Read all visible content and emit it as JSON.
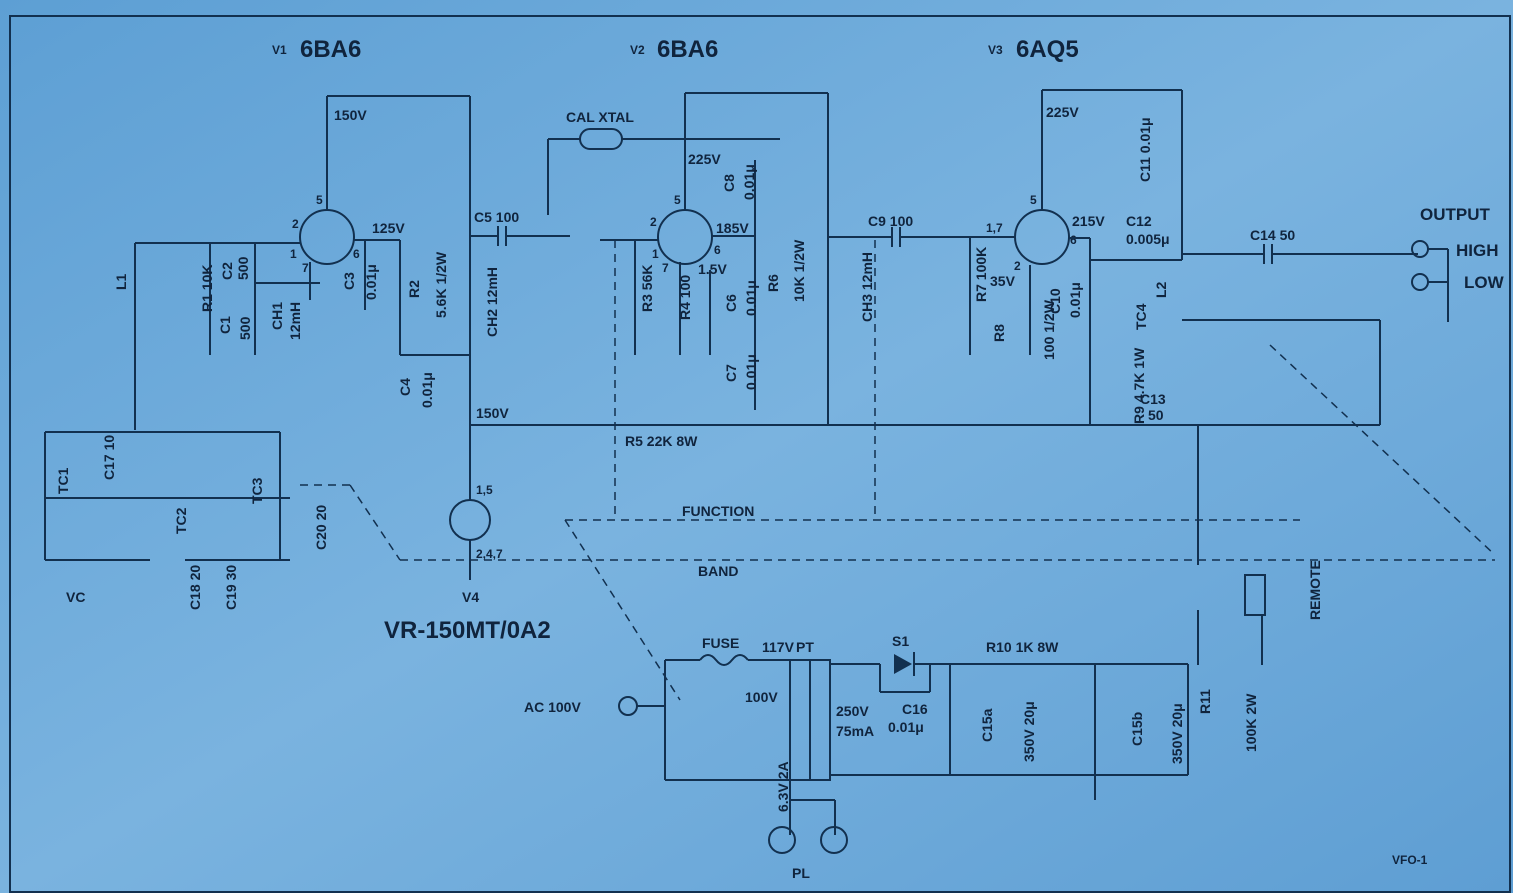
{
  "tubes": {
    "v1": {
      "ref": "V1",
      "type": "6BA6"
    },
    "v2": {
      "ref": "V2",
      "type": "6BA6"
    },
    "v3": {
      "ref": "V3",
      "type": "6AQ5"
    },
    "v4": {
      "ref": "V4",
      "type": "VR-150MT/0A2"
    }
  },
  "voltages": {
    "v1_plate": "150V",
    "v1_screen": "125V",
    "v2_plate": "225V",
    "v2_screen": "185V",
    "v2_cathode": "1.5V",
    "v3_plate": "225V",
    "v3_screen": "215V",
    "v3_cathode": "35V",
    "regulated_bus": "150V",
    "ac_in": "AC 100V",
    "tap_117": "117V",
    "tap_100": "100V",
    "hv_secondary": "250V",
    "hv_current": "75mA",
    "heater": "6.3V 2A"
  },
  "components": {
    "l1": "L1",
    "l2": "L2",
    "r1": "R1 10K",
    "r2": "R2",
    "r2_value": "5.6K 1/2W",
    "r3": "R3 56K",
    "r4": "R4 100",
    "r5": "R5 22K 8W",
    "r6": "R6",
    "r6_value": "10K 1/2W",
    "r7": "R7 100K",
    "r8": "R8",
    "r8_value": "100 1/2W",
    "r9": "R9 4.7K 1W",
    "r10": "R10 1K 8W",
    "r11": "R11",
    "r11_value": "100K 2W",
    "c1": "C1",
    "c1_value": "500",
    "c2": "C2",
    "c2_value": "500",
    "c3": "C3",
    "c3_value": "0.01μ",
    "c4": "C4",
    "c4_value": "0.01μ",
    "c5": "C5 100",
    "c6": "C6",
    "c6_value": "0.01μ",
    "c7": "C7",
    "c7_value": "0.01μ",
    "c8": "C8",
    "c8_value": "0.01μ",
    "c9": "C9 100",
    "c10": "C10",
    "c10_value": "0.01μ",
    "c11": "C11 0.01μ",
    "c12": "C12",
    "c12_value": "0.005μ",
    "c13": "C13",
    "c13_value": "50",
    "c14": "C14 50",
    "c15a": "C15a",
    "c15a_value": "350V 20μ",
    "c15b": "C15b",
    "c15b_value": "350V 20μ",
    "c16": "C16",
    "c16_value": "0.01μ",
    "c17": "C17 10",
    "c18": "C18 20",
    "c19": "C19 30",
    "c20": "C20 20",
    "ch1": "CH1",
    "ch1_value": "12mH",
    "ch2": "CH2 12mH",
    "ch3": "CH3 12mH",
    "tc1": "TC1",
    "tc2": "TC2",
    "tc3": "TC3",
    "tc4": "TC4",
    "vc": "VC",
    "cal_xtal": "CAL XTAL",
    "fuse": "FUSE",
    "pt": "PT",
    "s1": "S1",
    "pl": "PL",
    "remote": "REMOTE"
  },
  "pins": {
    "v1_p5": "5",
    "v1_p2": "2",
    "v1_p6": "6",
    "v1_p1": "1",
    "v1_p7": "7",
    "v2_p5": "5",
    "v2_p2": "2",
    "v2_p6": "6",
    "v2_p1": "1",
    "v2_p7": "7",
    "v3_p5": "5",
    "v3_p17": "1,7",
    "v3_p6": "6",
    "v3_p2": "2",
    "v4_p15": "1,5",
    "v4_p247": "2,4,7"
  },
  "labels": {
    "function": "FUNCTION",
    "band": "BAND",
    "output": "OUTPUT",
    "high": "HIGH",
    "low": "LOW",
    "doc_id": "VFO-1"
  }
}
